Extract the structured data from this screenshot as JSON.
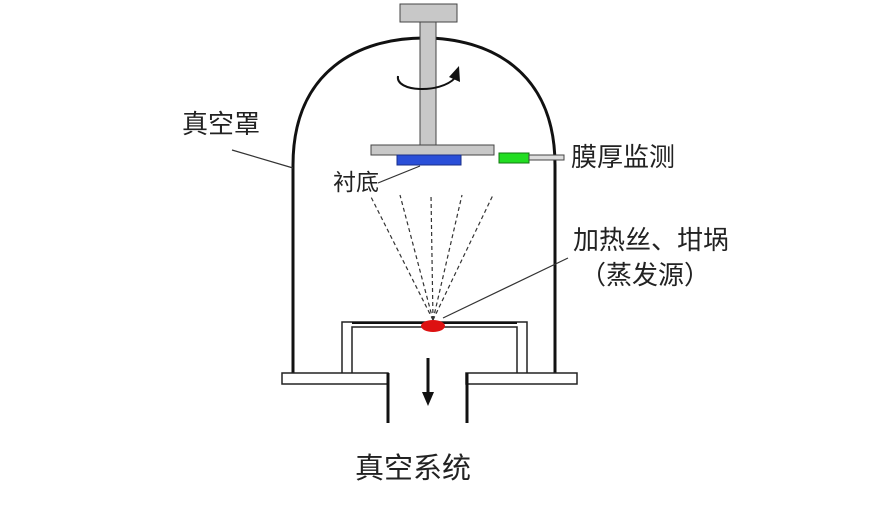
{
  "labels": {
    "chamber": "真空罩",
    "thickness_monitor": "膜厚监测",
    "substrate": "衬底",
    "source_line1": "加热丝、坩埚",
    "source_line2": "（蒸发源）",
    "vacuum_system": "真空系统"
  },
  "colors": {
    "substrate": "#2a4fd8",
    "monitor": "#22dd22",
    "source": "#dd1111",
    "metal": "#c8c8c8"
  }
}
